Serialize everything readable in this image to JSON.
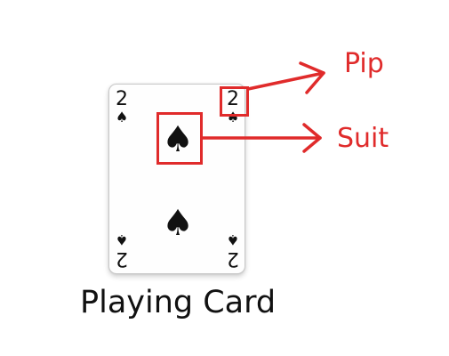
{
  "card": {
    "rank": "2",
    "suit_glyph": "♠",
    "suit_icon": "spade-icon"
  },
  "callouts": {
    "pip_label": "Pip",
    "suit_label": "Suit"
  },
  "caption": "Playing Card",
  "colors": {
    "callout": "#e02b2b",
    "ink": "#111111",
    "card_border": "#c8c8c8"
  }
}
